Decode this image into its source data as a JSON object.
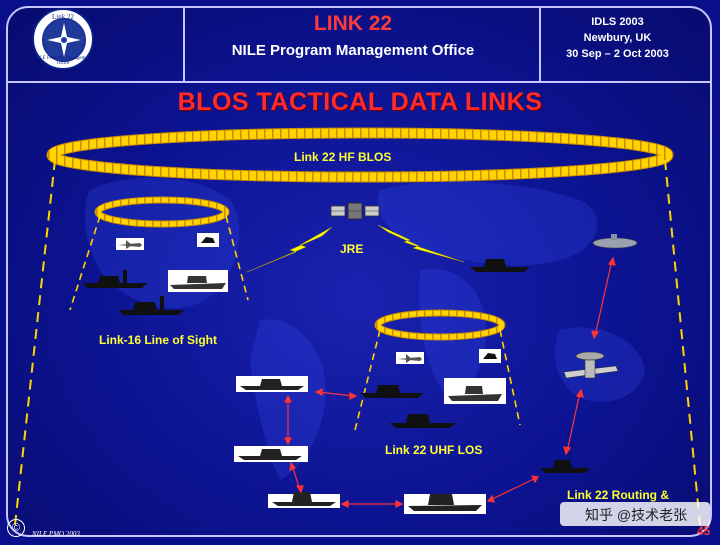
{
  "header": {
    "logo_text": "Link 22",
    "logo_ring": "NILE Program Management Office",
    "title": "LINK 22",
    "subtitle": "NILE Program Management Office",
    "event": "IDLS 2003",
    "location": "Newbury, UK",
    "dates": "30 Sep – 2 Oct 2003"
  },
  "slide_title": "BLOS TACTICAL DATA LINKS",
  "labels": {
    "hf_blos": "Link 22 HF BLOS",
    "jre": "JRE",
    "link16": "Link-16 Line of Sight",
    "uhf_los": "Link 22 UHF LOS",
    "routing": "Link 22 Routing &"
  },
  "footer": {
    "copyright": "©",
    "org": "NILE PMO 2003",
    "page": "45"
  },
  "watermark": "知乎 @技术老张",
  "colors": {
    "background": "#0a0f8c",
    "accent_title": "#ff2a2a",
    "label": "#ffff33",
    "ring": "#ffd400",
    "arrow": "#ff3333"
  }
}
